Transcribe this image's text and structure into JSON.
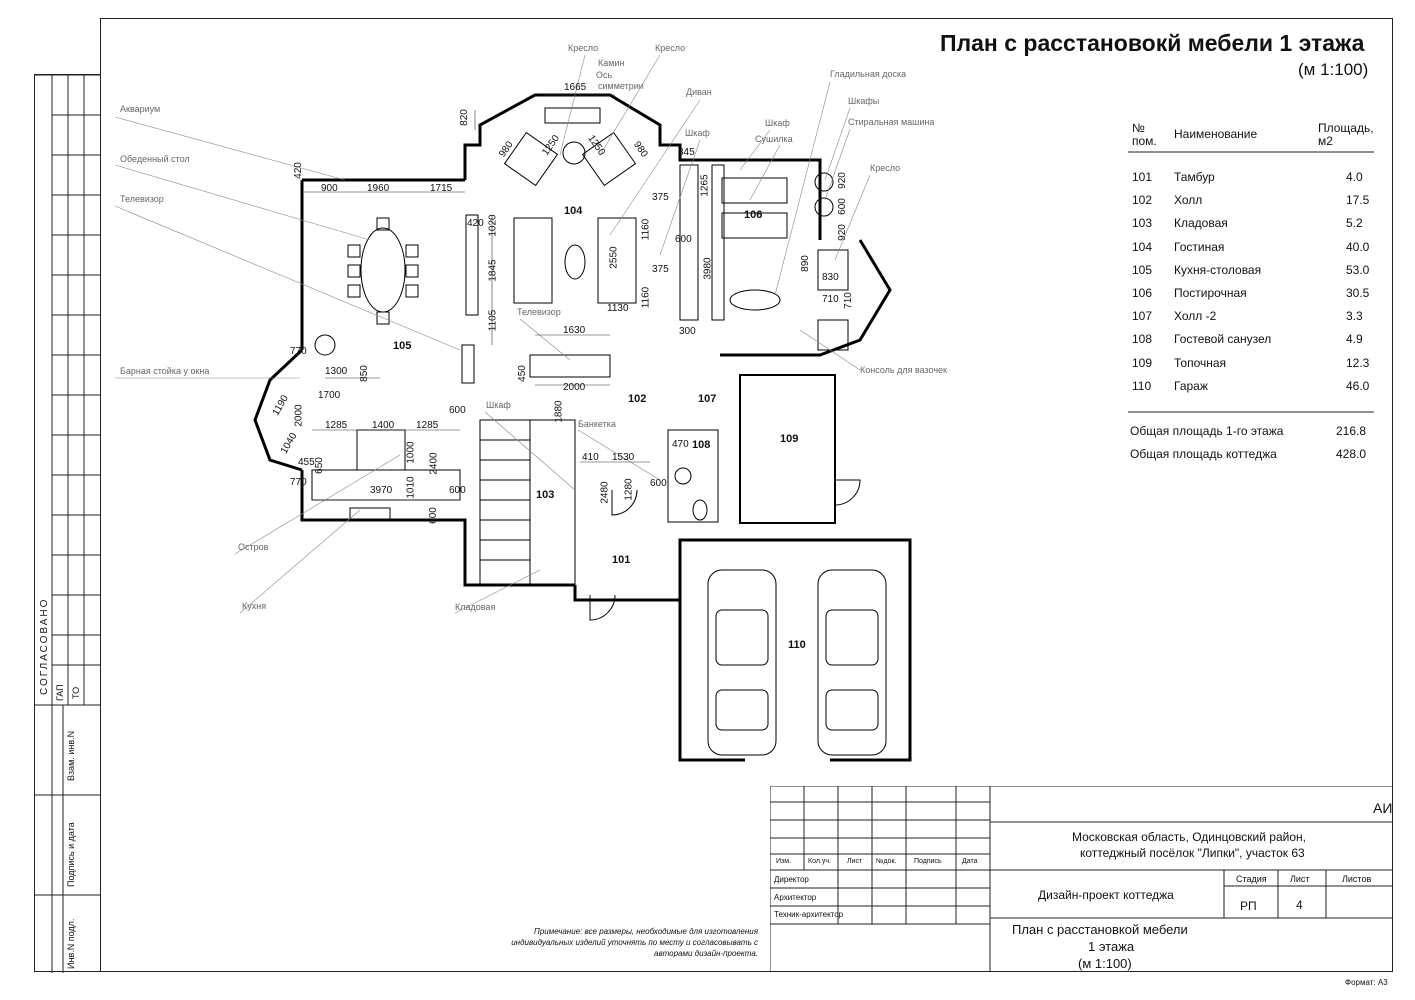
{
  "sheet": {
    "title": "План с расстановокй мебели 1 этажа",
    "scale": "(м 1:100)",
    "format": "Формат: А3",
    "note": "Примечание: все размеры, необходимые для изготовления индивидуальных изделий уточнять по месту и согласовывать с авторами дизайн-проекта."
  },
  "side_stamp": {
    "agreed": "СОГЛАСОВАНО",
    "gap": "ГАП",
    "to": "ТО",
    "replacement": "Взам. инв.N",
    "signature_date": "Подпись и дата",
    "inventory": "Инв.N подл."
  },
  "rooms_table": {
    "col_num": "№ пом.",
    "col_name": "Наименование",
    "col_area": "Площадь, м2",
    "rows": [
      {
        "num": "101",
        "name": "Тамбур",
        "area": "4.0"
      },
      {
        "num": "102",
        "name": "Холл",
        "area": "17.5"
      },
      {
        "num": "103",
        "name": "Кладовая",
        "area": "5.2"
      },
      {
        "num": "104",
        "name": "Гостиная",
        "area": "40.0"
      },
      {
        "num": "105",
        "name": "Кухня-столовая",
        "area": "53.0"
      },
      {
        "num": "106",
        "name": "Постирочная",
        "area": "30.5"
      },
      {
        "num": "107",
        "name": "Холл -2",
        "area": "3.3"
      },
      {
        "num": "108",
        "name": "Гостевой санузел",
        "area": "4.9"
      },
      {
        "num": "109",
        "name": "Топочная",
        "area": "12.3"
      },
      {
        "num": "110",
        "name": "Гараж",
        "area": "46.0"
      }
    ],
    "total_floor_label": "Общая площадь 1-го этажа",
    "total_floor_value": "216.8",
    "total_house_label": "Общая площадь коттеджа",
    "total_house_value": "428.0"
  },
  "title_block": {
    "company": "АИ",
    "address_line1": "Московская область, Одинцовский район,",
    "address_line2": "коттеджный посёлок \"Липки\", участок 63",
    "cols": [
      "Изм.",
      "Кол.уч.",
      "Лист",
      "№док.",
      "Подпись",
      "Дата"
    ],
    "roles": [
      "Директор",
      "Архитектор",
      "Техник-архитектор"
    ],
    "project": "Дизайн-проект коттеджа",
    "stage_label": "Стадия",
    "sheet_label": "Лист",
    "sheets_label": "Листов",
    "stage": "РП",
    "sheet": "4",
    "sheets": "",
    "drawing_line1": "План с расстановкой мебели",
    "drawing_line2": "1 этажа",
    "drawing_line3": "(м 1:100)"
  },
  "plan_labels": {
    "aquarium": "Аквариум",
    "dining_table": "Обеденный стол",
    "tv": "Телевизор",
    "bar": "Барная стойка у окна",
    "island": "Остров",
    "kitchen": "Кухня",
    "storage": "Кладовая",
    "wardrobe": "Шкаф",
    "bench": "Банкетка",
    "tv2": "Телевизор",
    "armchair1": "Кресло",
    "armchair2": "Кресло",
    "fireplace": "Камин",
    "axis1": "Ось",
    "axis2": "симметрии",
    "sofa": "Диван",
    "wardrobe2": "Шкаф",
    "wardrobe3": "Шкаф",
    "dryer": "Сушилка",
    "ironing": "Гладильная доска",
    "cabinets": "Шкафы",
    "washer": "Стиральная машина",
    "armchair3": "Кресло",
    "console": "Консоль для вазочек"
  },
  "room_numbers": {
    "r101": "101",
    "r102": "102",
    "r103": "103",
    "r104": "104",
    "r105": "105",
    "r106": "106",
    "r107": "107",
    "r108": "108",
    "r109": "109",
    "r110": "110"
  },
  "dimensions": {
    "d900": "900",
    "d1960": "1960",
    "d1715": "1715",
    "d420a": "420",
    "d820": "820",
    "d1665": "1665",
    "d980a": "980",
    "d1250a": "1250",
    "d1250b": "1250",
    "d980b": "980",
    "d345": "345",
    "d1265": "1265",
    "d420b": "420",
    "d1020": "1020",
    "d1845": "1845",
    "d1105": "1105",
    "d2550": "2550",
    "d1130": "1130",
    "d1160a": "1160",
    "d1160b": "1160",
    "d375a": "375",
    "d375b": "375",
    "d600a": "600",
    "d3980": "3980",
    "d300": "300",
    "d1630": "1630",
    "d2000a": "2000",
    "d450": "450",
    "d1880": "1880",
    "d770a": "770",
    "d1300": "1300",
    "d850": "850",
    "d1700": "1700",
    "d1190": "1190",
    "d2000b": "2000",
    "d1040": "1040",
    "d600b": "600",
    "d1285a": "1285",
    "d1400": "1400",
    "d1285b": "1285",
    "d1000": "1000",
    "d2400": "2400",
    "d455": "455",
    "d650": "650",
    "d1010": "1010",
    "d770b": "770",
    "d3970": "3970",
    "d600c": "600",
    "d600d": "600",
    "d410": "410",
    "d1530": "1530",
    "d2480": "2480",
    "d1280": "1280",
    "d600e": "600",
    "d470": "470",
    "d890": "890",
    "d830": "830",
    "d710a": "710",
    "d710b": "710",
    "d920a": "920",
    "d600f": "600",
    "d920b": "920"
  }
}
